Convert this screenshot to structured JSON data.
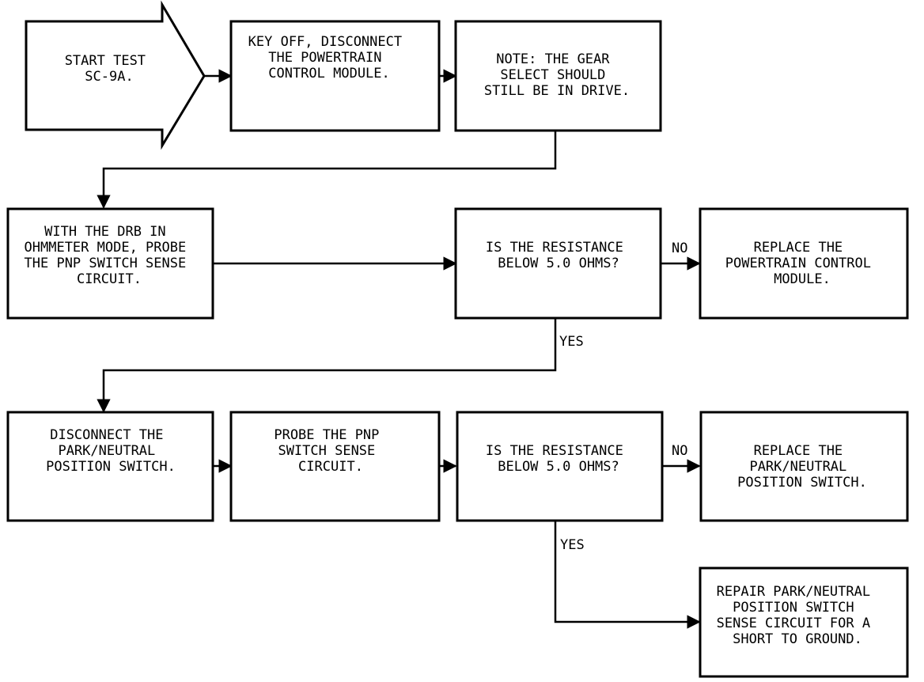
{
  "flowchart": {
    "start": [
      "START TEST",
      "SC-9A."
    ],
    "step_key_off": [
      "KEY OFF, DISCONNECT",
      "THE POWERTRAIN",
      "CONTROL MODULE."
    ],
    "step_note": [
      "NOTE: THE GEAR",
      "SELECT SHOULD",
      "STILL BE IN DRIVE."
    ],
    "step_probe_1": [
      "WITH THE DRB IN",
      "OHMMETER MODE, PROBE",
      "THE PNP SWITCH SENSE",
      "CIRCUIT."
    ],
    "decision_1": [
      "IS THE RESISTANCE",
      "BELOW 5.0 OHMS?"
    ],
    "replace_pcm": [
      "REPLACE THE",
      "POWERTRAIN CONTROL",
      "MODULE."
    ],
    "step_disconnect": [
      "DISCONNECT THE",
      "PARK/NEUTRAL",
      "POSITION SWITCH."
    ],
    "step_probe_2": [
      "PROBE THE PNP",
      "SWITCH SENSE",
      "CIRCUIT."
    ],
    "decision_2": [
      "IS THE RESISTANCE",
      "BELOW 5.0 OHMS?"
    ],
    "replace_switch": [
      "REPLACE THE",
      "PARK/NEUTRAL",
      "POSITION SWITCH."
    ],
    "repair": [
      "REPAIR PARK/NEUTRAL",
      "POSITION SWITCH",
      "SENSE CIRCUIT FOR A",
      "SHORT TO GROUND."
    ],
    "edge_labels": {
      "no_1": "NO",
      "yes_1": "YES",
      "no_2": "NO",
      "yes_2": "YES"
    }
  }
}
